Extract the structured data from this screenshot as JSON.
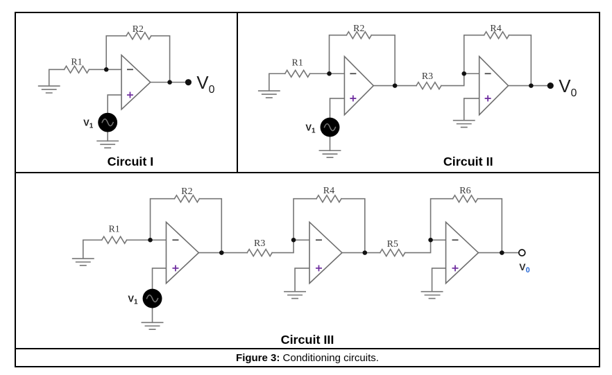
{
  "caption": {
    "label": "Figure 3:",
    "text": " Conditioning circuits."
  },
  "circuit1": {
    "title": "Circuit I",
    "r1": "R1",
    "r2": "R2",
    "source": "V",
    "source_sub": "1",
    "output": "V",
    "output_sub": "0"
  },
  "circuit2": {
    "title": "Circuit II",
    "r1": "R1",
    "r2": "R2",
    "r3": "R3",
    "r4": "R4",
    "source": "V",
    "source_sub": "1",
    "output": "V",
    "output_sub": "0"
  },
  "circuit3": {
    "title": "Circuit III",
    "r1": "R1",
    "r2": "R2",
    "r3": "R3",
    "r4": "R4",
    "r5": "R5",
    "r6": "R6",
    "source": "V",
    "source_sub": "1",
    "output": "V",
    "output_sub": "0"
  },
  "colors": {
    "wire": "#757575",
    "border": "#000000",
    "plus_input": "#7030a0",
    "minus_input": "#4a4a4a",
    "resistor_label": "#3a3a3a",
    "vout3_sub_blue": "#2b6bd6"
  }
}
